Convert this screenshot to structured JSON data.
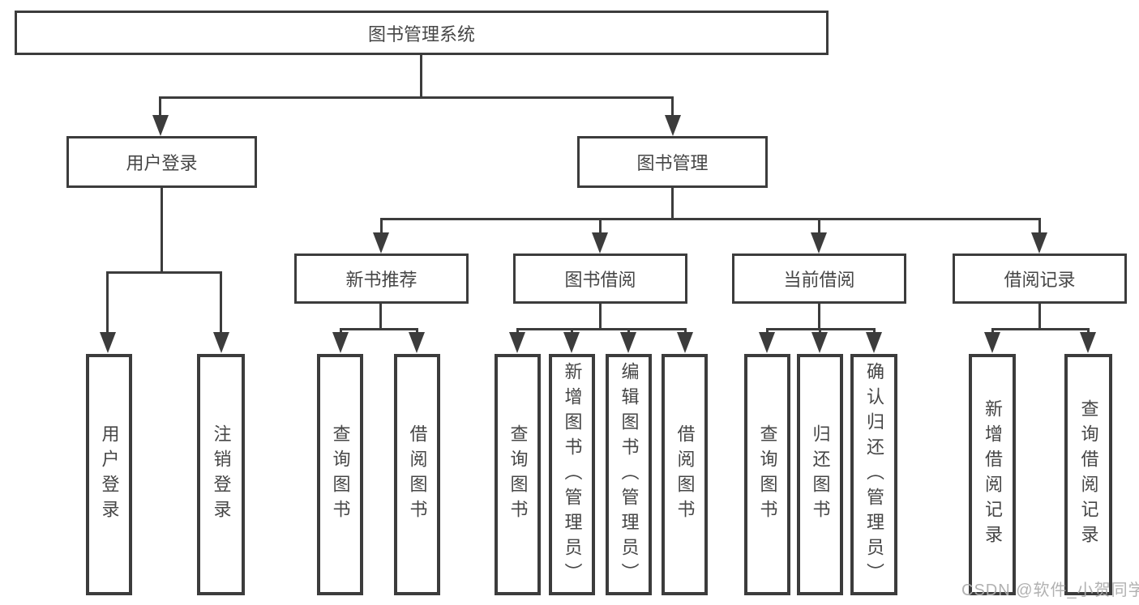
{
  "tree": {
    "label": "图书管理系统",
    "children": [
      {
        "label": "用户登录",
        "children": [
          {
            "label": "用户登录"
          },
          {
            "label": "注销登录"
          }
        ]
      },
      {
        "label": "图书管理",
        "children": [
          {
            "label": "新书推荐",
            "children": [
              {
                "label": "查询图书"
              },
              {
                "label": "借阅图书"
              }
            ]
          },
          {
            "label": "图书借阅",
            "children": [
              {
                "label": "查询图书"
              },
              {
                "label": "新增图书（管理员）"
              },
              {
                "label": "编辑图书（管理员）"
              },
              {
                "label": "借阅图书"
              }
            ]
          },
          {
            "label": "当前借阅",
            "children": [
              {
                "label": "查询图书"
              },
              {
                "label": "归还图书"
              },
              {
                "label": "确认归还（管理员）"
              }
            ]
          },
          {
            "label": "借阅记录",
            "children": [
              {
                "label": "新增借阅记录"
              },
              {
                "label": "查询借阅记录"
              }
            ]
          }
        ]
      }
    ]
  },
  "watermark": {
    "text": "CSDN @软件_小贺同学"
  },
  "colors": {
    "line": "#3c3c3c",
    "text": "#464646",
    "background": "#ffffff",
    "watermark": "#adadad"
  }
}
